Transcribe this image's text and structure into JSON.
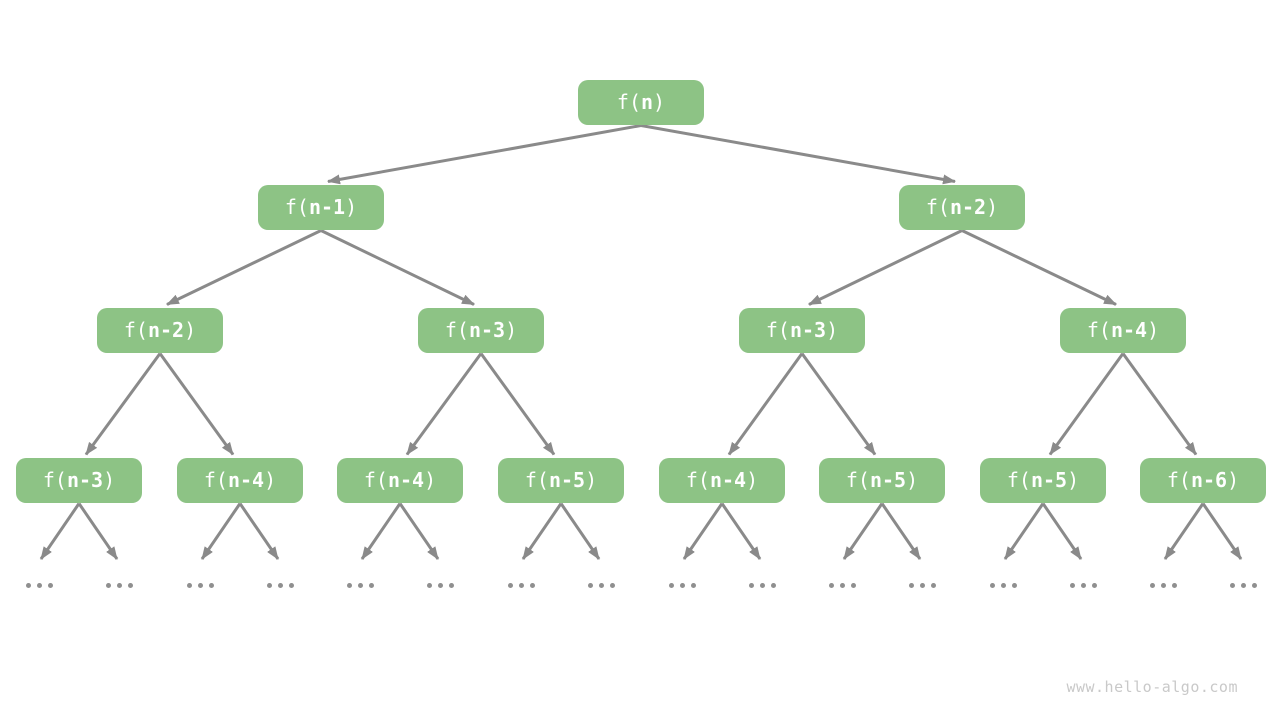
{
  "diagram": {
    "levels": [
      {
        "nodes": [
          {
            "prefix": "f(",
            "arg": "n",
            "suffix": ")"
          }
        ]
      },
      {
        "nodes": [
          {
            "prefix": "f(",
            "arg": "n-1",
            "suffix": ")"
          },
          {
            "prefix": "f(",
            "arg": "n-2",
            "suffix": ")"
          }
        ]
      },
      {
        "nodes": [
          {
            "prefix": "f(",
            "arg": "n-2",
            "suffix": ")"
          },
          {
            "prefix": "f(",
            "arg": "n-3",
            "suffix": ")"
          },
          {
            "prefix": "f(",
            "arg": "n-3",
            "suffix": ")"
          },
          {
            "prefix": "f(",
            "arg": "n-4",
            "suffix": ")"
          }
        ]
      },
      {
        "nodes": [
          {
            "prefix": "f(",
            "arg": "n-3",
            "suffix": ")"
          },
          {
            "prefix": "f(",
            "arg": "n-4",
            "suffix": ")"
          },
          {
            "prefix": "f(",
            "arg": "n-4",
            "suffix": ")"
          },
          {
            "prefix": "f(",
            "arg": "n-5",
            "suffix": ")"
          },
          {
            "prefix": "f(",
            "arg": "n-4",
            "suffix": ")"
          },
          {
            "prefix": "f(",
            "arg": "n-5",
            "suffix": ")"
          },
          {
            "prefix": "f(",
            "arg": "n-5",
            "suffix": ")"
          },
          {
            "prefix": "f(",
            "arg": "n-6",
            "suffix": ")"
          }
        ]
      }
    ],
    "ellipsis": "..."
  },
  "watermark": "www.hello-algo.com",
  "colors": {
    "background": "#ffffff",
    "node_fill": "#8dc385",
    "node_text": "#ffffff",
    "edge": "#8a8a8a",
    "dot": "#8f8f8f",
    "watermark_text": "#c9c9c9"
  }
}
